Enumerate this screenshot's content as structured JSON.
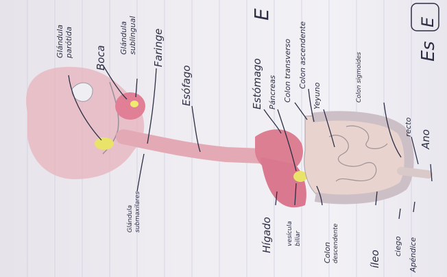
{
  "labels": {
    "glandula_parotida_1": "Glándula",
    "glandula_parotida_2": "parótida",
    "boca": "Boca",
    "glandula_sublingual_1": "Glándula",
    "glandula_sublingual_2": "sublingual",
    "faringe": "Faringe",
    "esofago": "Esófago",
    "glandula_submaxilar_1": "Glándula",
    "glandula_submaxilar_2": "submaxilares",
    "estomago": "Estómago",
    "pancreas": "Páncreas",
    "colon_transverso": "Colon transverso",
    "colon_ascendente": "Colon ascendente",
    "yeyuno": "Yeyuno",
    "colon_sigmoides": "Colon sigmoides",
    "recto": "recto",
    "ano": "Ano",
    "higado": "Hígado",
    "vesicula_1": "vesícula",
    "vesicula_2": "biliar",
    "colon_desc_1": "Colon",
    "colon_desc_2": "descendente",
    "ileo": "íleo",
    "ciego": "ciego",
    "apendice": "Apéndice"
  },
  "header_fragments": {
    "top_right": "E",
    "box": "E",
    "bottom": "Es"
  }
}
